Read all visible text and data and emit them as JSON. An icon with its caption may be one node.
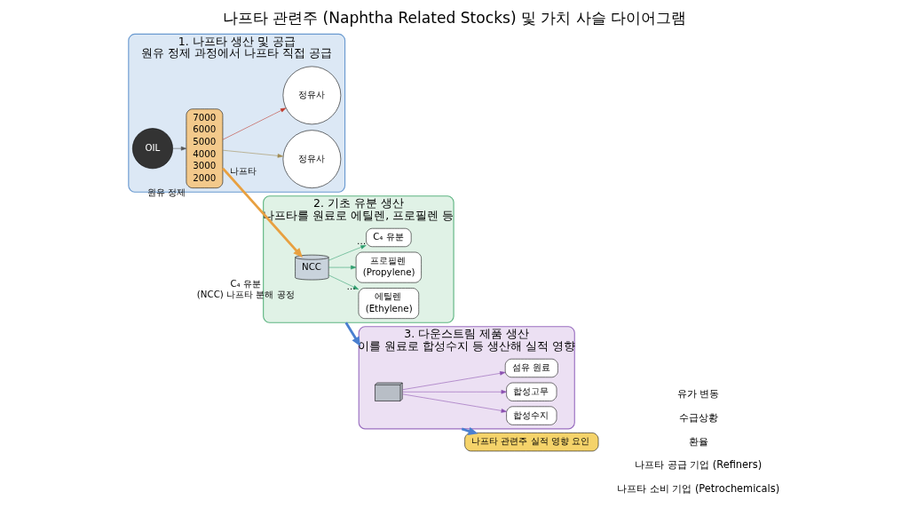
{
  "diagram": {
    "title": "나프타 관련주 (Naphtha Related Stocks) 및 가치 사슬 다이어그램",
    "nodes": [
      {
        "text": [
          "1. 나프타 생산 및 공급",
          "원유 정제 과정에서 나프타 직접 공급"
        ]
      },
      {
        "text": [
          "OIL"
        ],
        "in": 0
      },
      {
        "text": [
          "7000",
          "6000",
          "5000",
          "4000",
          "3000",
          "2000"
        ],
        "beside": [
          "원유 정제"
        ],
        "in": 0
      },
      {
        "text": [
          "정유사"
        ],
        "in": 0
      },
      {
        "text": [
          "정유사"
        ],
        "in": 0
      },
      {
        "text": [
          "2. 기초 유분 생산",
          "나프타를 원료로 에틸렌, 프로필렌 등"
        ]
      },
      {
        "text": [
          "NCC"
        ],
        "beside": [
          "C₄ 유분",
          "(NCC) 나프타 분해 공정"
        ],
        "in": 5
      },
      {
        "text": [
          "에틸렌",
          "(Ethylene)"
        ],
        "in": 5
      },
      {
        "text": [
          "프로필렌",
          "(Propylene)"
        ],
        "beside": [
          "…"
        ],
        "in": 5
      },
      {
        "text": [
          "C₄ 유분"
        ],
        "beside": [
          "…"
        ],
        "in": 5
      },
      {
        "text": [
          "3. 다운스트림 제품 생산",
          "이를 원료로 합성수지 등 생산해 실적 영향"
        ]
      },
      {
        "text": [],
        "shape": "picture",
        "in": 10
      },
      {
        "text": [
          "합성수지"
        ],
        "in": 10
      },
      {
        "text": [
          "합성고무"
        ],
        "in": 10
      },
      {
        "text": [
          "섬유 원료"
        ],
        "in": 10
      },
      {
        "text": [
          "나프타 관련주 실적 영향 요인"
        ]
      }
    ],
    "edges": [
      {
        "from": 1,
        "to": 2,
        "arrow": "to",
        "color": "#555555"
      },
      {
        "from": 2,
        "to": 3,
        "arrow": "to",
        "color": "#a08a50"
      },
      {
        "from": 2,
        "to": 4,
        "arrow": "to",
        "color": "#c0392b"
      },
      {
        "from": 2,
        "to": 6,
        "arrow": "to",
        "label": "나프타",
        "color": "#e8a040",
        "style": "thick"
      },
      {
        "from": 6,
        "to": 7,
        "arrow": "to",
        "color": "#2e9e6e"
      },
      {
        "from": 6,
        "to": 8,
        "arrow": "to",
        "color": "#2e9e6e"
      },
      {
        "from": 6,
        "to": 9,
        "arrow": "to",
        "color": "#2e9e6e"
      },
      {
        "from": 5,
        "to": 10,
        "arrow": "to",
        "color": "#4a7fd0",
        "style": "thick"
      },
      {
        "from": 11,
        "to": 12,
        "arrow": "to",
        "color": "#8a4fb0"
      },
      {
        "from": 11,
        "to": 13,
        "arrow": "to",
        "color": "#8a4fb0"
      },
      {
        "from": 11,
        "to": 14,
        "arrow": "to",
        "color": "#8a4fb0"
      },
      {
        "from": 10,
        "to": 15,
        "arrow": "to",
        "color": "#4a7fd0",
        "style": "thick"
      }
    ],
    "labels": [
      "유가 변동",
      "수급상황",
      "환율",
      "나프타 공급 기업 (Refiners)",
      "나프타 소비 기업 (Petrochemicals)"
    ]
  }
}
